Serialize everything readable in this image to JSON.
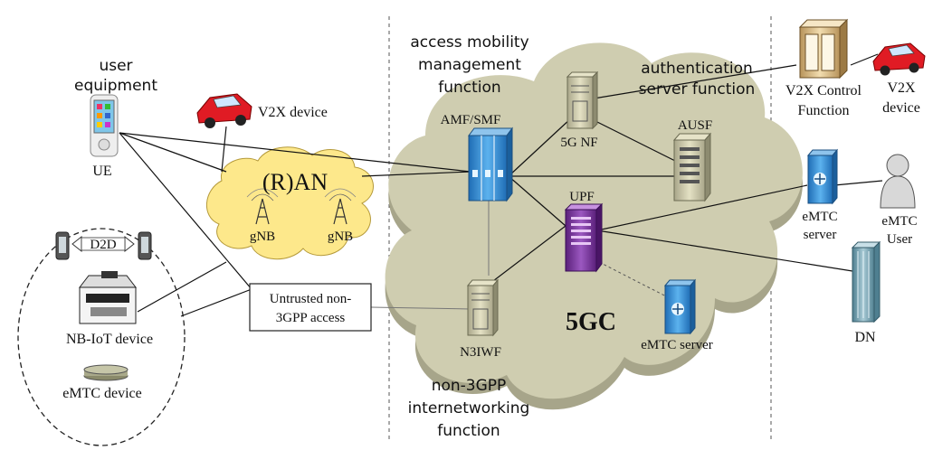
{
  "labels": {
    "user_equipment_line1": "user",
    "user_equipment_line2": "equipment",
    "ue": "UE",
    "v2x_device": "V2X device",
    "ran": "(R)AN",
    "gnb_left": "gNB",
    "gnb_right": "gNB",
    "d2d": "D2D",
    "nbiot_device": "NB-IoT device",
    "emtc_device": "eMTC device",
    "untrusted_line1": "Untrusted non-",
    "untrusted_line2": "3GPP access",
    "amf_desc_line1": "access mobility",
    "amf_desc_line2": "management",
    "amf_desc_line3": "function",
    "amf_smf": "AMF/SMF",
    "auth_desc_line1": "authentication",
    "auth_desc_line2": "server function",
    "nf_5g": "5G NF",
    "ausf": "AUSF",
    "upf": "UPF",
    "n3iwf": "N3IWF",
    "core_5gc": "5GC",
    "emtc_server_core": "eMTC server",
    "n3iwf_desc_line1": "non-3GPP",
    "n3iwf_desc_line2": "internetworking",
    "n3iwf_desc_line3": "function",
    "v2x_control_line1": "V2X Control",
    "v2x_control_line2": "Function",
    "v2x_right_line1": "V2X",
    "v2x_right_line2": "device",
    "emtc_server_right_line1": "eMTC",
    "emtc_server_right_line2": "server",
    "emtc_user_line1": "eMTC",
    "emtc_user_line2": "User",
    "dn": "DN"
  },
  "colors": {
    "cloud_core": "#cfcdb0",
    "cloud_core_shadow": "#a7a58a",
    "cloud_ran": "#fde88b",
    "server_blue": "#3d8fd6",
    "server_purple": "#7a3a9a",
    "server_beige": "#d7d4b4",
    "car_red": "#e01b24",
    "dn_teal": "#7da6b5"
  }
}
